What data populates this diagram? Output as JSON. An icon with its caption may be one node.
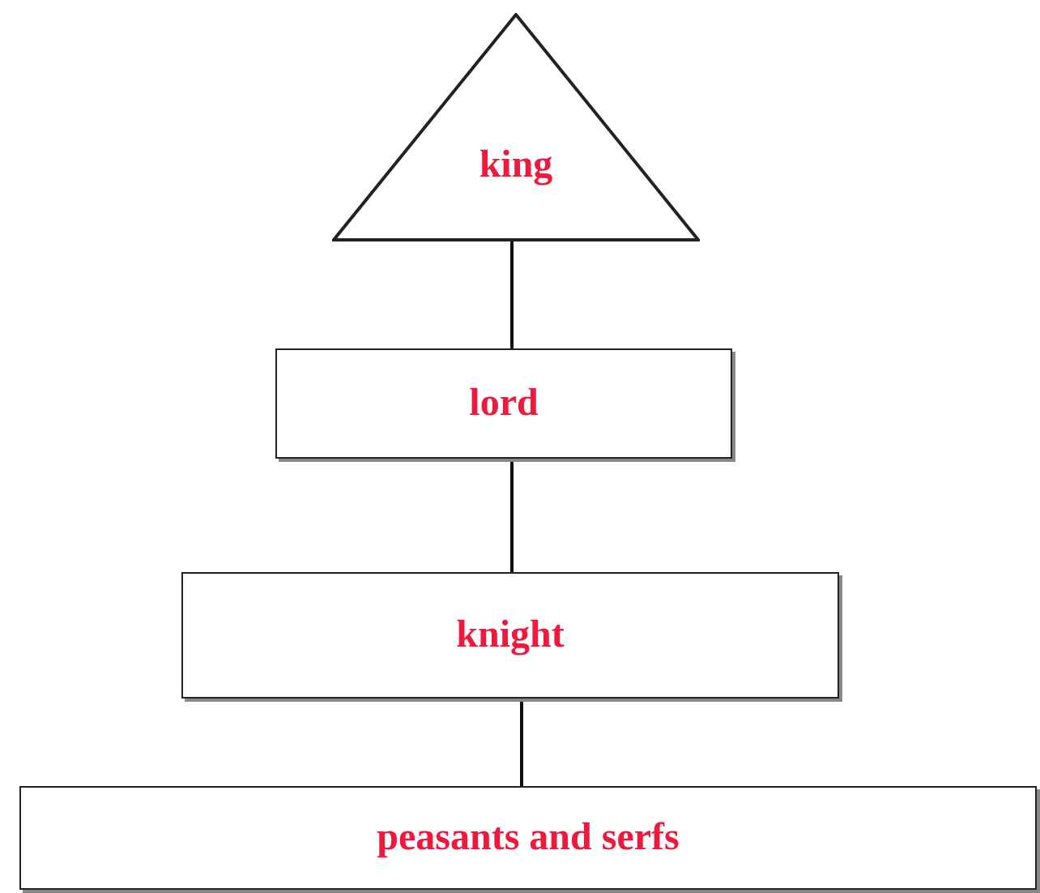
{
  "diagram": {
    "nodes": [
      {
        "text": [
          "king"
        ]
      },
      {
        "text": [
          "lord"
        ]
      },
      {
        "text": [
          "knight"
        ]
      },
      {
        "text": [
          "peasants and serfs"
        ]
      }
    ],
    "edges": [
      {
        "from": 0,
        "to": 1,
        "arrow": "none"
      },
      {
        "from": 1,
        "to": 2,
        "arrow": "none"
      },
      {
        "from": 2,
        "to": 3,
        "arrow": "none"
      }
    ]
  }
}
